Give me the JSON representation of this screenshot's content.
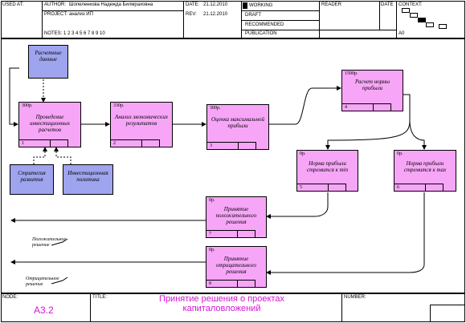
{
  "header": {
    "used_at": "USED AT:",
    "author_label": "AUTHOR:",
    "author": "Шопеленкова Надежда Билмраховна",
    "project_label": "PROJECT:",
    "project": "анализ ИП",
    "date_label": "DATE:",
    "date": "21.12.2010",
    "rev_label": "REV:",
    "rev": "21.12.2010",
    "notes": "NOTES: 1 2 3 4 5 6 7 8 9 10",
    "status": [
      "WORKING",
      "DRAFT",
      "RECOMMENDED",
      "PUBLICATION"
    ],
    "reader": "READER",
    "date2": "DATE",
    "context": "CONTEXT:",
    "context_node": "A0"
  },
  "footer": {
    "node_label": "NODE:",
    "node": "А3.2",
    "title_label": "TITLE:",
    "title": "Принятие решения о проектах капиталовложений",
    "number_label": "NUMBER:"
  },
  "colors": {
    "activity": "#f7a6f7",
    "external": "#9ea4ee",
    "title": "#d414d4"
  },
  "activities": [
    {
      "id": 1,
      "cost": "300р.",
      "label": "Проведение инвестиционных расчетов"
    },
    {
      "id": 2,
      "cost": "330р.",
      "label": "Анализ экономических результатов"
    },
    {
      "id": 3,
      "cost": "300р.",
      "label": "Оценка максимальной прибыли"
    },
    {
      "id": 4,
      "cost": "1500р.",
      "label": "Расчет нормы прибыли"
    },
    {
      "id": 5,
      "cost": "0р.",
      "label": "Норма прибыли стремится к min"
    },
    {
      "id": 6,
      "cost": "0р.",
      "label": "Норма прибыли стремится к max"
    },
    {
      "id": 7,
      "cost": "0р.",
      "label": "Принятие положительного решения"
    },
    {
      "id": 8,
      "cost": "0р.",
      "label": "Принятие отрицательного решения"
    }
  ],
  "externals": [
    {
      "label": "Расчетные данные"
    },
    {
      "label": "Стратегия развития"
    },
    {
      "label": "Инвестиционная политика"
    }
  ],
  "outputs": [
    {
      "label": "Положительное решение"
    },
    {
      "label": "Отрицательное решение"
    }
  ]
}
